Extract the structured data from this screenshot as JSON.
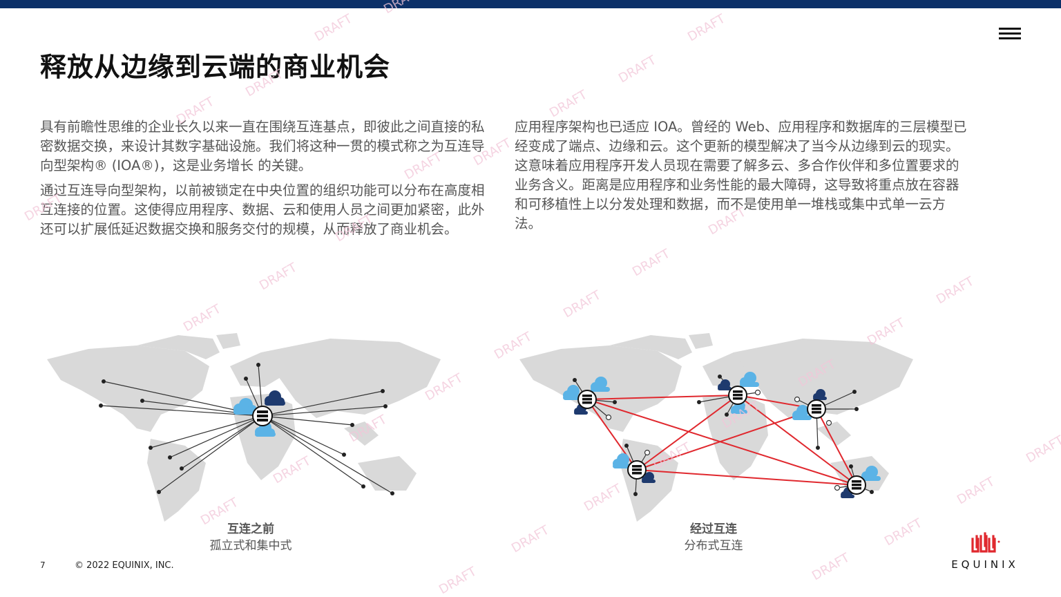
{
  "header": {
    "title": "释放从边缘到云端的商业机会",
    "menu_icon": "hamburger-menu-icon"
  },
  "body": {
    "left_paragraphs": [
      "具有前瞻性思维的企业长久以来一直在围绕互连基点，即彼此之间直接的私密数据交换，来设计其数字基础设施。我们将这种一贯的模式称之为互连导向型架构® (IOA®)，这是业务增长 的关键。",
      "通过互连导向型架构，以前被锁定在中央位置的组织功能可以分布在高度相互连接的位置。这使得应用程序、数据、云和使用人员之间更加紧密，此外还可以扩展低延迟数据交换和服务交付的规模，从而释放了商业机会。"
    ],
    "right_paragraphs": [
      "应用程序架构也已适应 IOA。曾经的 Web、应用程序和数据库的三层模型已经变成了端点、边缘和云。这个更新的模型解决了当今从边缘到云的现实。这意味着应用程序开发人员现在需要了解多云、多合作伙伴和多位置要求的业务含义。距离是应用程序和业务性能的最大障碍，这导致将重点放在容器和可移植性上以分发处理和数据，而不是使用单一堆栈或集中式单一云方法。"
    ]
  },
  "maps": {
    "left": {
      "title": "互连之前",
      "subtitle": "孤立式和集中式"
    },
    "right": {
      "title": "经过互连",
      "subtitle": "分布式互连"
    }
  },
  "footer": {
    "page_number": "7",
    "copyright": "© 2022 EQUINIX, INC.",
    "logo_text": "EQUINIX"
  },
  "watermark": "DRAFT",
  "colors": {
    "top_bar": "#0b3068",
    "connection_line": "#e0282e",
    "light_cloud": "#5bb3e6",
    "dark_cloud": "#1e3a6e",
    "map_land": "#d9d9d9",
    "logo_red": "#e0282e"
  }
}
